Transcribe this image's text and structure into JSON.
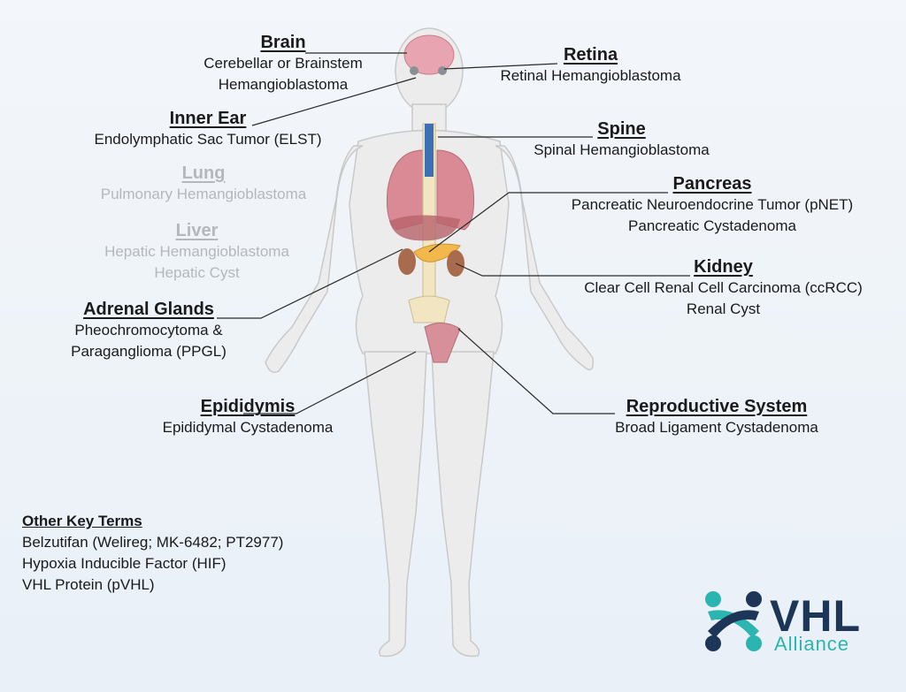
{
  "labels": {
    "brain": {
      "title": "Brain",
      "lines": [
        "Cerebellar or Brainstem",
        "Hemangioblastoma"
      ]
    },
    "retina": {
      "title": "Retina",
      "lines": [
        "Retinal Hemangioblastoma"
      ]
    },
    "inner_ear": {
      "title": "Inner Ear",
      "lines": [
        "Endolymphatic Sac Tumor (ELST)"
      ]
    },
    "spine": {
      "title": "Spine",
      "lines": [
        "Spinal Hemangioblastoma"
      ]
    },
    "lung": {
      "title": "Lung",
      "lines": [
        "Pulmonary Hemangioblastoma"
      ]
    },
    "pancreas": {
      "title": "Pancreas",
      "lines": [
        "Pancreatic Neuroendocrine Tumor (pNET)",
        "Pancreatic Cystadenoma"
      ]
    },
    "liver": {
      "title": "Liver",
      "lines": [
        "Hepatic Hemangioblastoma",
        "Hepatic Cyst"
      ]
    },
    "kidney": {
      "title": "Kidney",
      "lines": [
        "Clear Cell Renal Cell Carcinoma (ccRCC)",
        "Renal Cyst"
      ]
    },
    "adrenal": {
      "title": "Adrenal Glands",
      "lines": [
        "Pheochromocytoma &",
        "Paraganglioma (PPGL)"
      ]
    },
    "epididymis": {
      "title": "Epididymis",
      "lines": [
        "Epididymal Cystadenoma"
      ]
    },
    "reproductive": {
      "title": "Reproductive System",
      "lines": [
        "Broad Ligament Cystadenoma"
      ]
    }
  },
  "other_terms": {
    "title": "Other Key Terms",
    "items": [
      "Belzutifan (Welireg; MK-6482; PT2977)",
      "Hypoxia Inducible Factor (HIF)",
      "VHL Protein (pVHL)"
    ]
  },
  "logo": {
    "name": "VHL",
    "sub": "Alliance"
  },
  "colors": {
    "text": "#1a1a1a",
    "muted": "#b4b8bd",
    "navy": "#1d3557",
    "teal": "#2bb4b0",
    "body_fill": "#ececec",
    "body_stroke": "#c9c9c9"
  }
}
